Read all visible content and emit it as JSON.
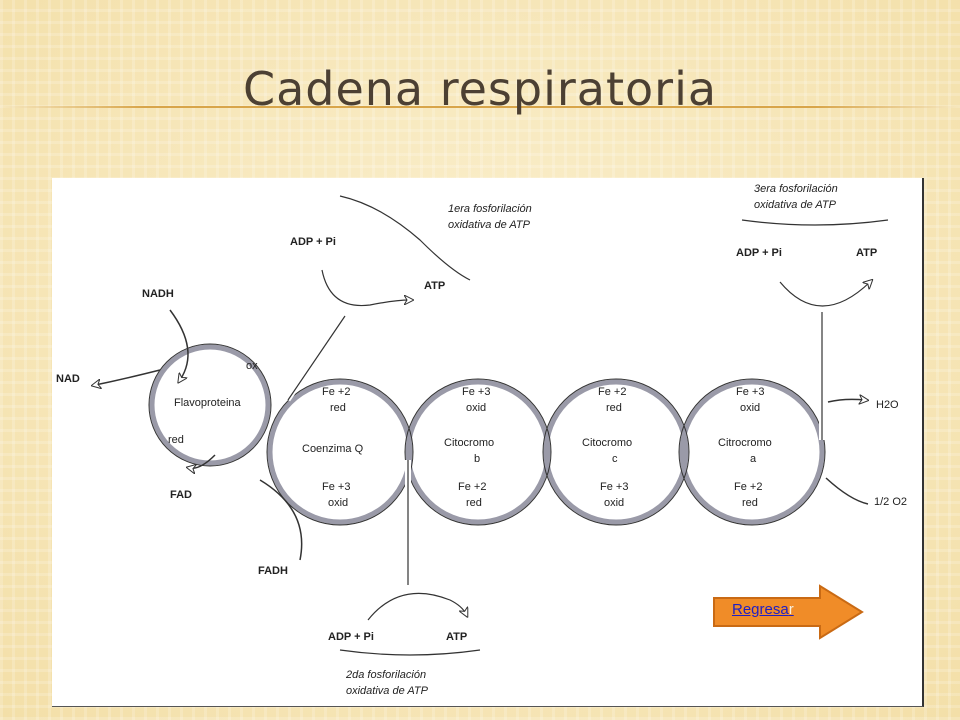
{
  "slide": {
    "title": "Cadena respiratoria"
  },
  "diagram": {
    "complexes": [
      {
        "name": "Flavoproteina"
      },
      {
        "name": "Coenzima Q"
      },
      {
        "name_line1": "Citocromo",
        "name_line2": "b"
      },
      {
        "name_line1": "Citocromo",
        "name_line2": "c"
      },
      {
        "name_line1": "Citrocromo",
        "name_line2": "a"
      }
    ],
    "labels": {
      "nadh": "NADH",
      "nad": "NAD",
      "ox": "ox",
      "red": "red",
      "fad": "FAD",
      "fadh": "FADH",
      "q_top_1": "Fe +2",
      "q_top_2": "red",
      "q_bot_1": "Fe +3",
      "q_bot_2": "oxid",
      "b_top_1": "Fe +3",
      "b_top_2": "oxid",
      "b_bot_1": "Fe +2",
      "b_bot_2": "red",
      "c_top_1": "Fe +2",
      "c_top_2": "red",
      "c_bot_1": "Fe +3",
      "c_bot_2": "oxid",
      "a_top_1": "Fe +3",
      "a_top_2": "oxid",
      "a_bot_1": "Fe +2",
      "a_bot_2": "red",
      "h2o": "H2O",
      "o2": "1/2 O2"
    },
    "phosphorylations": [
      {
        "adp": "ADP + Pi",
        "atp": "ATP",
        "caption_1": "1era fosforilación",
        "caption_2": "oxidativa de ATP"
      },
      {
        "adp": "ADP + Pi",
        "atp": "ATP",
        "caption_1": "2da fosforilación",
        "caption_2": "oxidativa de ATP"
      },
      {
        "adp": "ADP + Pi",
        "atp": "ATP",
        "caption_1": "3era fosforilación",
        "caption_2": "oxidativa de ATP"
      }
    ]
  },
  "nav": {
    "back_label_main": "Regresa",
    "back_label_tail": "r",
    "back_arrow_color": "#f08c28"
  }
}
